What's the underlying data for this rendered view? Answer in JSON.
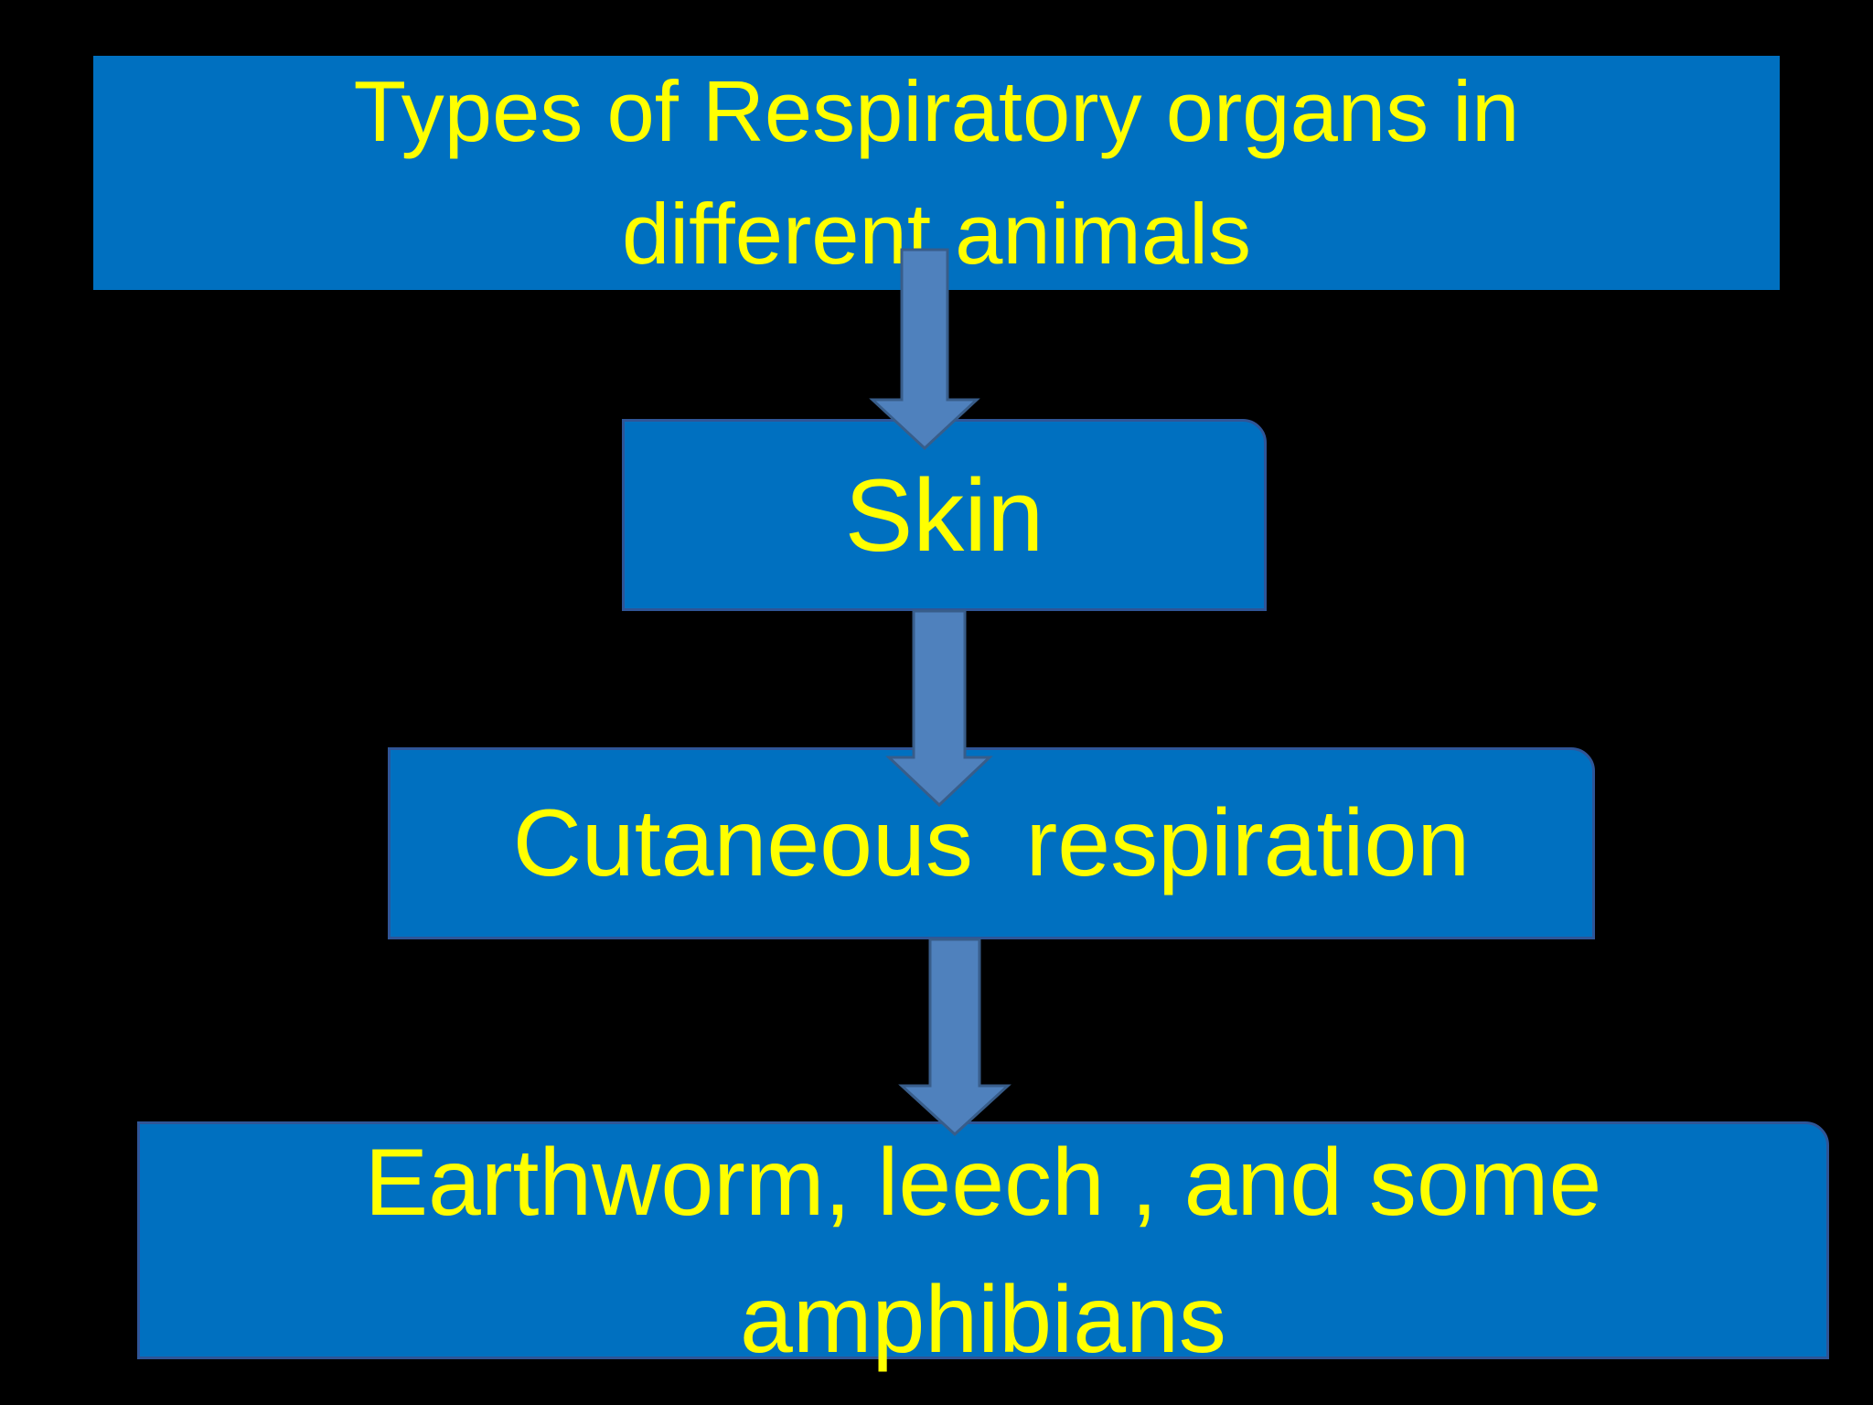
{
  "diagram": {
    "title": "Types of Respiratory organs in different animals",
    "nodes": [
      {
        "id": "skin",
        "label": "Skin"
      },
      {
        "id": "cutaneous",
        "label": "Cutaneous  respiration"
      },
      {
        "id": "animals",
        "label": "Earthworm, leech , and some amphibians"
      }
    ],
    "colors": {
      "background": "#000000",
      "box_fill": "#0070C0",
      "text": "#FFFF00",
      "arrow_fill": "#4F81BD"
    }
  }
}
